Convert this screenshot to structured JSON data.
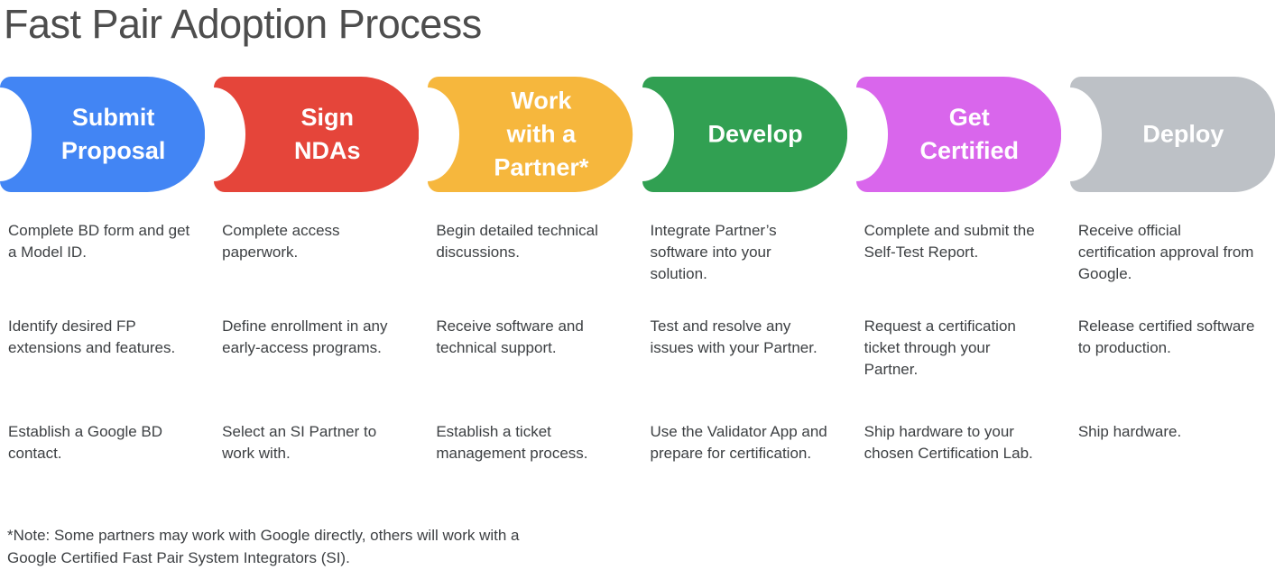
{
  "title": "Fast Pair Adoption Process",
  "footnote": "*Note: Some partners may work with Google directly, others will work with a\nGoogle Certified Fast Pair System Integrators (SI).",
  "steps": [
    {
      "label": "Submit\nProposal",
      "color": "#4285F4",
      "details": [
        "Complete BD form and get a Model ID.",
        "Identify desired FP extensions and features.",
        "Establish a Google BD contact."
      ]
    },
    {
      "label": "Sign\nNDAs",
      "color": "#E5453A",
      "details": [
        "Complete access paperwork.",
        "Define enrollment in any early-access programs.",
        "Select an SI Partner to work with."
      ]
    },
    {
      "label": "Work\nwith a\nPartner*",
      "color": "#F6B73D",
      "details": [
        "Begin detailed technical discussions.",
        "Receive software and technical support.",
        "Establish a ticket management process."
      ]
    },
    {
      "label": "Develop",
      "color": "#31A052",
      "details": [
        "Integrate Partner’s software into your solution.",
        "Test and resolve any issues with your Partner.",
        "Use the Validator App and prepare for certification."
      ]
    },
    {
      "label": "Get\nCertified",
      "color": "#D966EC",
      "details": [
        "Complete and submit the Self-Test Report.",
        "Request a certification ticket through your Partner.",
        "Ship hardware to your chosen Certification Lab."
      ]
    },
    {
      "label": "Deploy",
      "color": "#BDC1C6",
      "details": [
        "Receive official certification approval from Google.",
        "Release certified software to production.",
        "Ship hardware."
      ]
    }
  ]
}
